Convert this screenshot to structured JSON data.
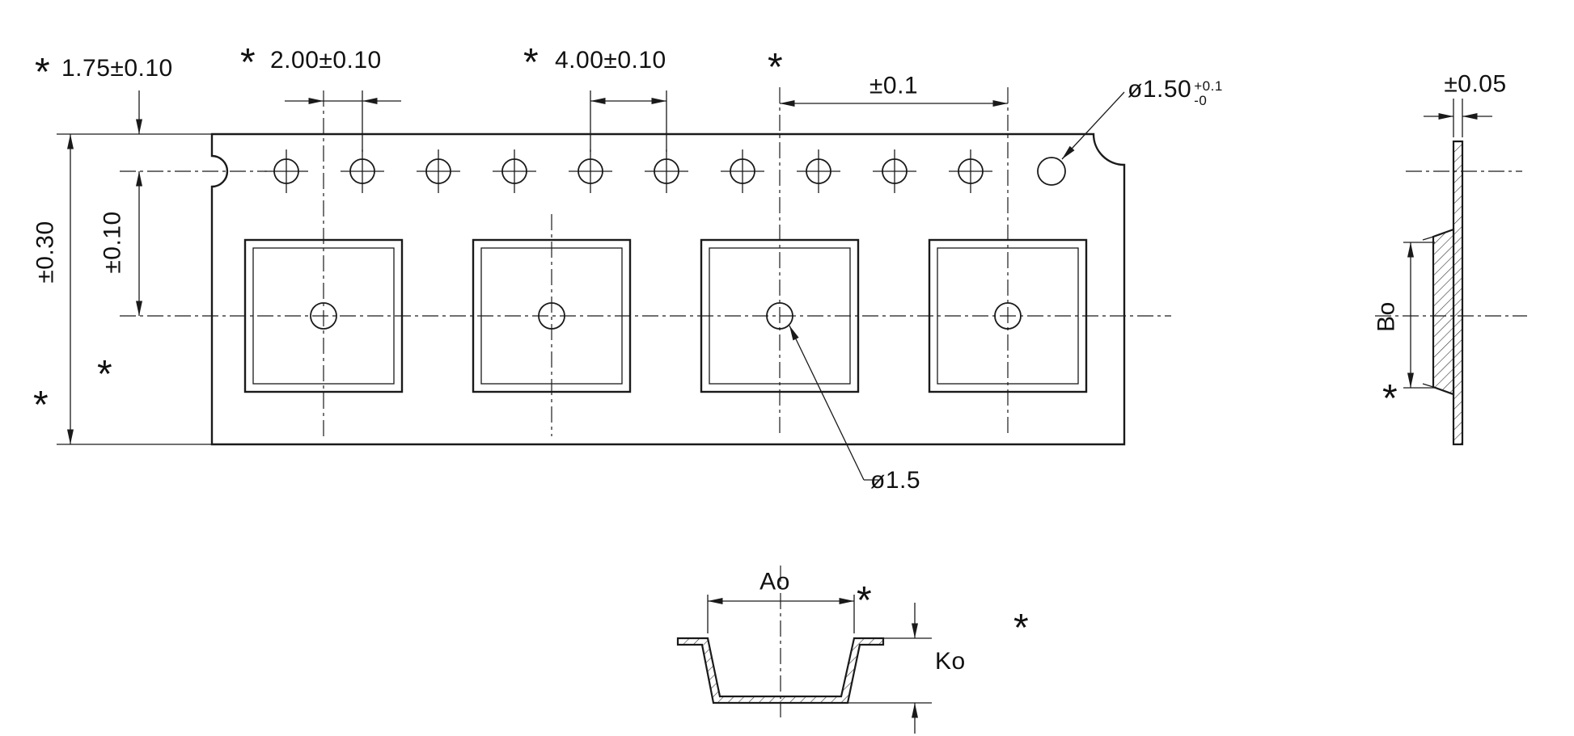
{
  "dimensions": {
    "tape_edge_to_sprocket": "1.75±0.10",
    "sprocket_to_pocket_offset": "2.00±0.10",
    "sprocket_pitch": "4.00±0.10",
    "pocket_pitch_tolerance": "±0.1",
    "sprocket_hole_diameter": {
      "value": "ø1.50",
      "tol_plus": "+0.1",
      "tol_minus": "-0"
    },
    "tape_thickness_tolerance": "±0.05",
    "tape_width_tolerance": "±0.30",
    "sprocket_to_pocket_center_tolerance": "±0.10",
    "pocket_center_hole_diameter": "ø1.5"
  },
  "section_labels": {
    "pocket_width": "Ao",
    "pocket_depth": "Ko",
    "pocket_length": "Bo"
  },
  "symbols": {
    "critical_dimension_marker": "*"
  }
}
